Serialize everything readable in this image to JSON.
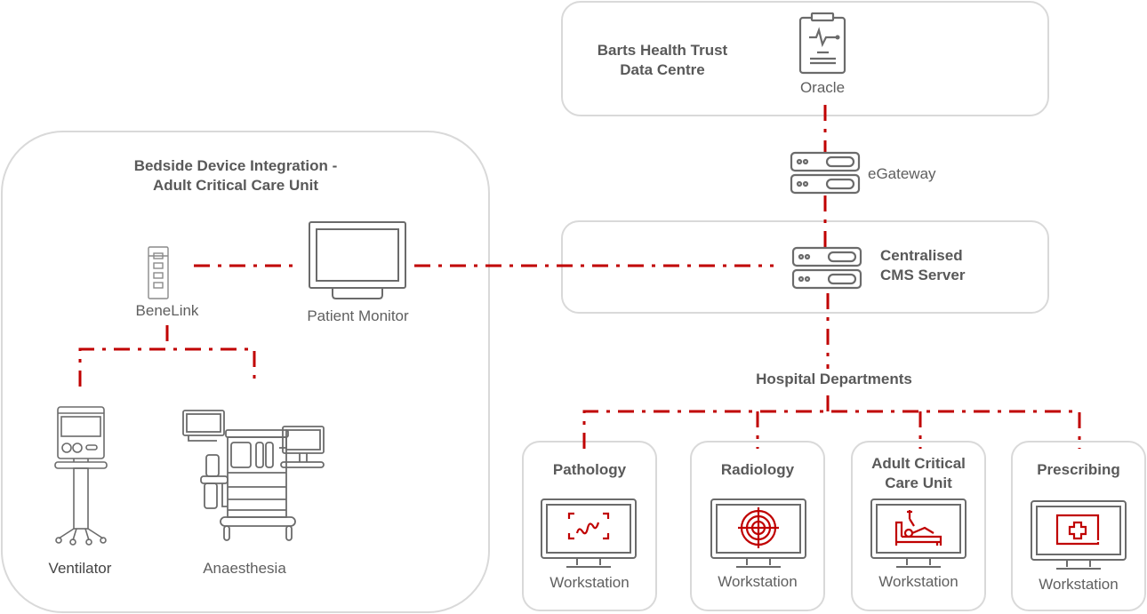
{
  "colors": {
    "connector": "#c00000",
    "box_border": "#d9d9d9",
    "icon_stroke": "#6b6b6b",
    "accent_icon": "#c00000",
    "text": "#595959"
  },
  "data_centre": {
    "title_line1": "Barts Health Trust",
    "title_line2": "Data Centre",
    "oracle": {
      "label": "Oracle",
      "icon": "clipboard-ecg-icon"
    }
  },
  "egateway": {
    "label": "eGateway",
    "icon": "server-icon"
  },
  "cms_server": {
    "label_line1": "Centralised",
    "label_line2": "CMS Server",
    "icon": "server-icon"
  },
  "bedside": {
    "title_line1": "Bedside Device Integration -",
    "title_line2": "Adult Critical Care Unit",
    "benelink": {
      "label": "BeneLink",
      "icon": "benelink-device-icon"
    },
    "patient_monitor": {
      "label": "Patient Monitor",
      "icon": "monitor-icon"
    },
    "ventilator": {
      "label": "Ventilator",
      "icon": "ventilator-icon"
    },
    "anaesthesia": {
      "label": "Anaesthesia",
      "icon": "anaesthesia-machine-icon"
    }
  },
  "hospital_departments": {
    "title": "Hospital Departments",
    "departments": [
      {
        "name_line1": "Pathology",
        "name_line2": "",
        "workstation": "Workstation",
        "icon": "microscope-sample-icon"
      },
      {
        "name_line1": "Radiology",
        "name_line2": "",
        "workstation": "Workstation",
        "icon": "target-scan-icon"
      },
      {
        "name_line1": "Adult Critical",
        "name_line2": "Care Unit",
        "workstation": "Workstation",
        "icon": "hospital-bed-icon"
      },
      {
        "name_line1": "Prescribing",
        "name_line2": "",
        "workstation": "Workstation",
        "icon": "medical-cross-icon"
      }
    ]
  }
}
